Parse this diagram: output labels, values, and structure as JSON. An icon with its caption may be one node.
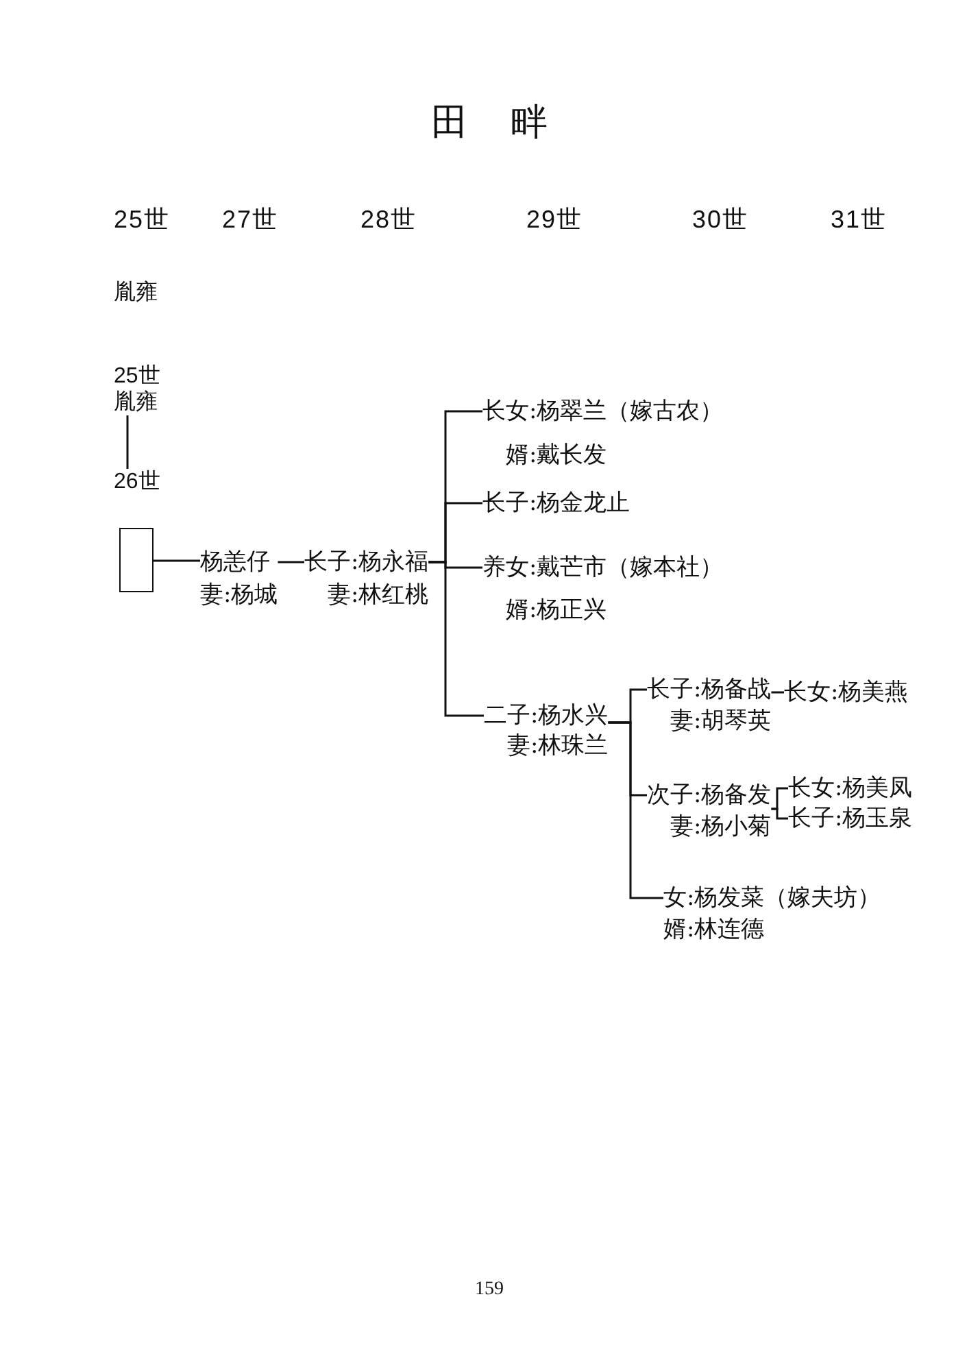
{
  "diagram": {
    "title": "田 畔",
    "nodes": [
      {
        "text": [
          "25世",
          "胤雍"
        ]
      },
      {
        "text": [
          "26世"
        ]
      },
      {
        "text": [],
        "shape": "box"
      },
      {
        "text": [
          "杨恙仔",
          "妻:杨城"
        ]
      },
      {
        "text": [
          "长子:杨永福",
          "妻:林红桃"
        ]
      },
      {
        "text": [
          "长女:杨翠兰（嫁古农）",
          "婿:戴长发"
        ]
      },
      {
        "text": [
          "长子:杨金龙止"
        ]
      },
      {
        "text": [
          "养女:戴芒市（嫁本社）",
          "婿:杨正兴"
        ]
      },
      {
        "text": [
          "二子:杨水兴",
          "妻:林珠兰"
        ]
      },
      {
        "text": [
          "长子:杨备战",
          "妻:胡琴英"
        ]
      },
      {
        "text": [
          "长女:杨美燕"
        ]
      },
      {
        "text": [
          "次子:杨备发",
          "妻:杨小菊"
        ]
      },
      {
        "text": [
          "长女:杨美凤"
        ]
      },
      {
        "text": [
          "长子:杨玉泉"
        ]
      },
      {
        "text": [
          "女:杨发菜（嫁夫坊）",
          "婿:林连德"
        ]
      }
    ],
    "edges": [
      {
        "from": 0,
        "to": 1,
        "arrow": "none"
      },
      {
        "from": 2,
        "to": 3,
        "arrow": "none"
      },
      {
        "from": 3,
        "to": 4,
        "arrow": "none"
      },
      {
        "from": 4,
        "to": 5,
        "arrow": "none"
      },
      {
        "from": 4,
        "to": 6,
        "arrow": "none"
      },
      {
        "from": 4,
        "to": 7,
        "arrow": "none"
      },
      {
        "from": 4,
        "to": 8,
        "arrow": "none"
      },
      {
        "from": 8,
        "to": 9,
        "arrow": "none"
      },
      {
        "from": 8,
        "to": 11,
        "arrow": "none"
      },
      {
        "from": 8,
        "to": 14,
        "arrow": "none"
      },
      {
        "from": 9,
        "to": 10,
        "arrow": "none"
      },
      {
        "from": 11,
        "to": 12,
        "arrow": "none"
      },
      {
        "from": 11,
        "to": 13,
        "arrow": "none"
      }
    ],
    "labels": [
      "25世",
      "27世",
      "28世",
      "29世",
      "30世",
      "31世",
      "胤雍",
      "159"
    ]
  }
}
